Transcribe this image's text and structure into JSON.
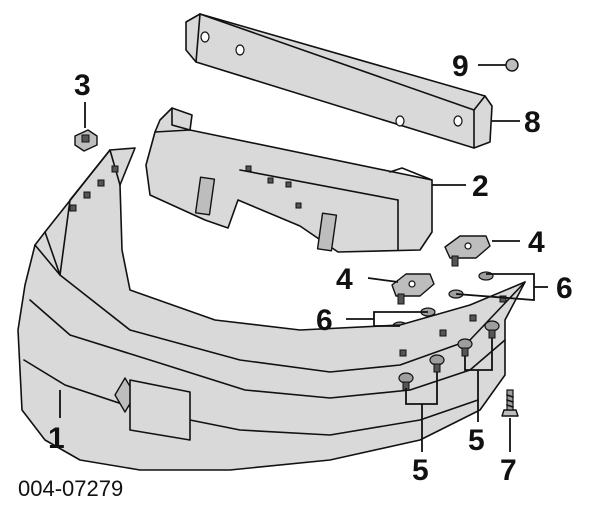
{
  "diagram": {
    "drawing_code": "004-07279",
    "callouts": [
      {
        "id": "callout-1",
        "label": "1"
      },
      {
        "id": "callout-2",
        "label": "2"
      },
      {
        "id": "callout-3",
        "label": "3"
      },
      {
        "id": "callout-4a",
        "label": "4"
      },
      {
        "id": "callout-4b",
        "label": "4"
      },
      {
        "id": "callout-5a",
        "label": "5"
      },
      {
        "id": "callout-5b",
        "label": "5"
      },
      {
        "id": "callout-6a",
        "label": "6"
      },
      {
        "id": "callout-6b",
        "label": "6"
      },
      {
        "id": "callout-7",
        "label": "7"
      },
      {
        "id": "callout-8",
        "label": "8"
      },
      {
        "id": "callout-9",
        "label": "9"
      }
    ]
  }
}
